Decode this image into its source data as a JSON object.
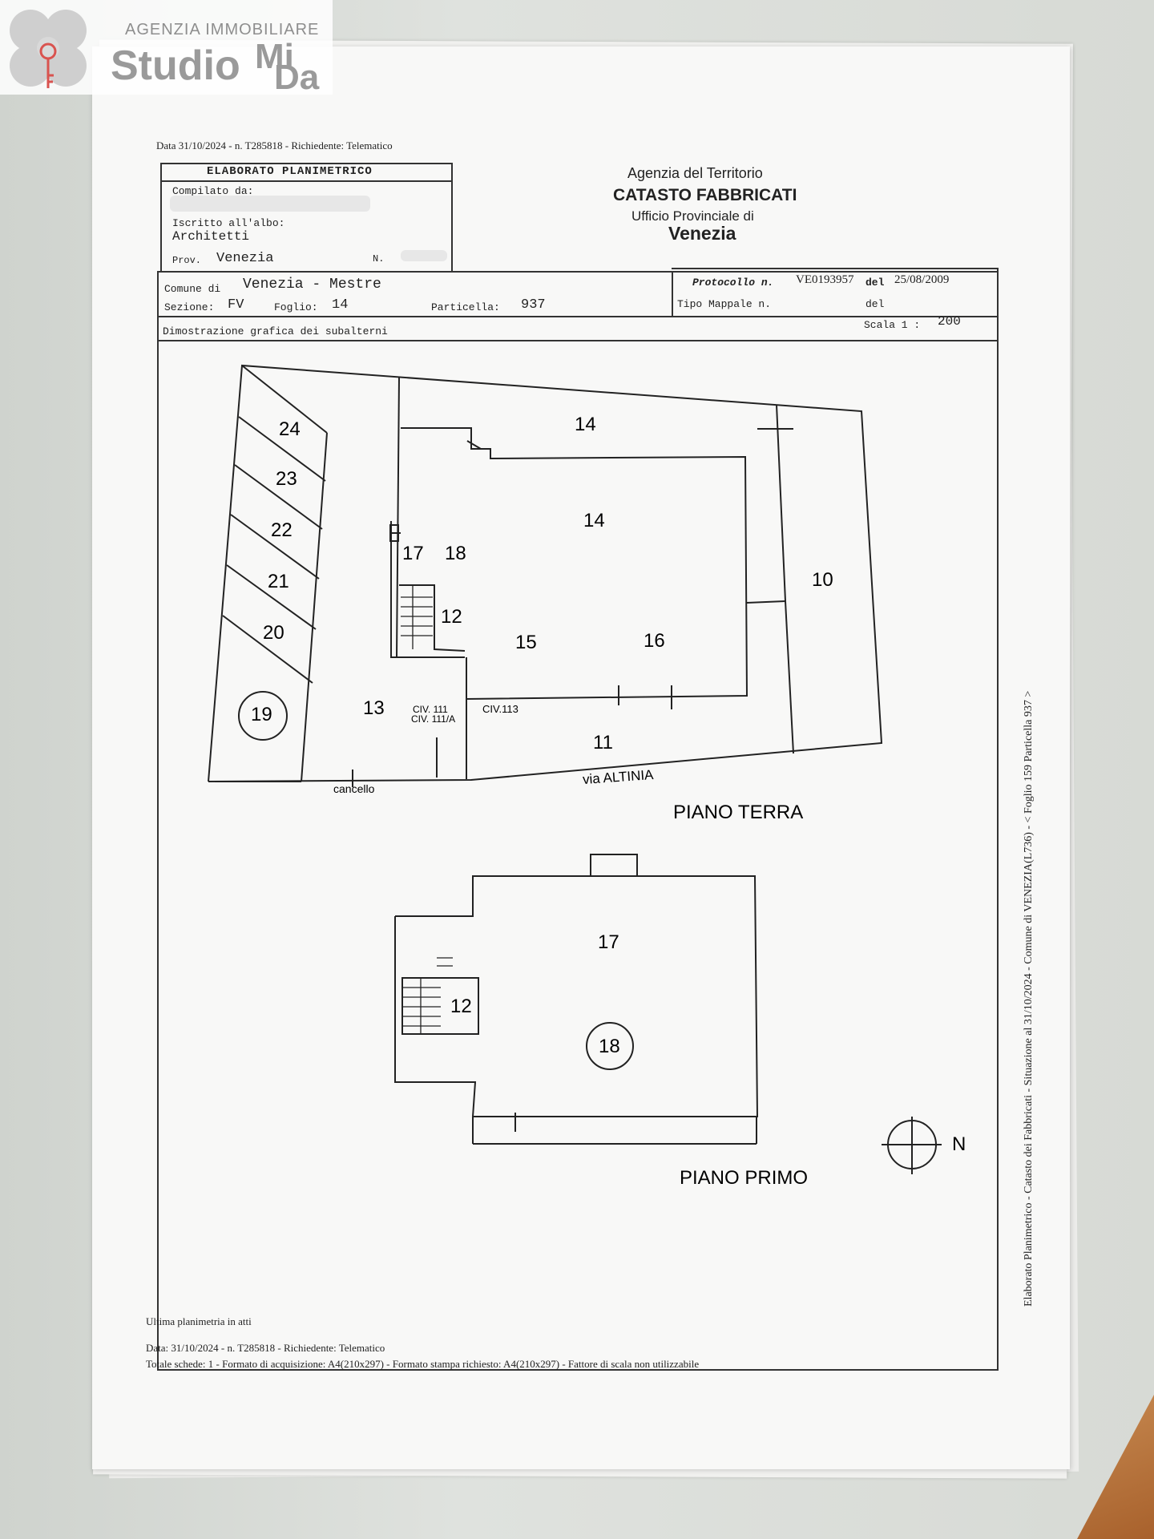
{
  "logo": {
    "agency": "AGENZIA IMMOBILIARE",
    "studio": "Studio",
    "mi": "Mi",
    "da": "Da"
  },
  "document": {
    "header_line": "Data 31/10/2024 - n. T285818 - Richiedente: Telematico",
    "elaborato_title": "ELABORATO PLANIMETRICO",
    "compilato_label": "Compilato da:",
    "iscritto_label": "Iscritto all'albo:",
    "iscritto_value": "Architetti",
    "prov_label": "Prov.",
    "prov_value": "Venezia",
    "n_label": "N.",
    "agency_title": "Agenzia del Territorio",
    "catasto": "CATASTO FABBRICATI",
    "ufficio": "Ufficio Provinciale di",
    "ufficio_city": "Venezia",
    "comune_label": "Comune di",
    "comune_value": "Venezia - Mestre",
    "protocollo_label": "Protocollo n.",
    "protocollo_value": "VE0193957",
    "del_label": "del",
    "protocollo_date": "25/08/2009",
    "sezione_label": "Sezione:",
    "sezione_value": "FV",
    "foglio_label": "Foglio:",
    "foglio_value": "14",
    "particella_label": "Particella:",
    "particella_value": "937",
    "tipo_mappale_label": "Tipo Mappale n.",
    "tipo_del_label": "del",
    "dimostrazione": "Dimostrazione grafica dei subalterni",
    "scala_label": "Scala 1 :",
    "scala_value": "200",
    "side_text": "Elaborato Planimetrico - Catasto dei Fabbricati - Situazione al 31/10/2024 - Comune di VENEZIA(L736) - < Foglio 159 Particella 937 >",
    "footer_ultima": "Ultima planimetria in atti",
    "footer_data": "Data: 31/10/2024 - n. T285818 - Richiedente: Telematico",
    "footer_totale": "Totale schede: 1 - Formato di acquisizione: A4(210x297) - Formato stampa richiesto: A4(210x297) - Fattore di scala non utilizzabile"
  },
  "plan_terra": {
    "title": "PIANO TERRA",
    "units": [
      "24",
      "23",
      "22",
      "21",
      "20",
      "19",
      "13",
      "17",
      "18",
      "12",
      "14",
      "14",
      "15",
      "16",
      "10",
      "11"
    ],
    "civ_111": "CIV. 111",
    "civ_111a": "CIV. 111/A",
    "civ_113": "CIV.113",
    "street": "via ALTINIA",
    "cancello": "cancello"
  },
  "plan_primo": {
    "title": "PIANO PRIMO",
    "units": [
      "17",
      "12",
      "18"
    ]
  },
  "compass": {
    "label": "N"
  }
}
